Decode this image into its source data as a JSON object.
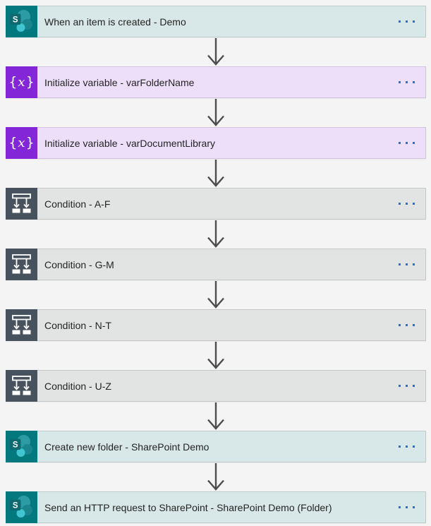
{
  "page": {
    "background": "#f5f4f4"
  },
  "colors": {
    "sharepoint_tile": "#04797d",
    "sharepoint_bar": "#d8e7e8",
    "variable_tile": "#8326d8",
    "variable_bar": "#eddffa",
    "condition_tile": "#48525e",
    "condition_bar": "#e2e4e4",
    "arrow": "#4c4c4c",
    "menu_dots": "#2670d2",
    "label_text": "#242424",
    "icon_glyph": "#ffffff",
    "sharepoint_logo_circle_large": "#2c9ba2",
    "sharepoint_logo_circle_mid": "#1b858d",
    "sharepoint_logo_circle_small": "#40c6d0",
    "sharepoint_logo_square": "#0e6a70"
  },
  "icons": {
    "variable_glyph": "{x}",
    "sharepoint_letter": "S"
  },
  "flow": {
    "steps": [
      {
        "type": "sharepoint",
        "label": "When an item is created - Demo"
      },
      {
        "type": "variable",
        "label": "Initialize variable - varFolderName"
      },
      {
        "type": "variable",
        "label": "Initialize variable - varDocumentLibrary"
      },
      {
        "type": "condition",
        "label": "Condition - A-F"
      },
      {
        "type": "condition",
        "label": "Condition - G-M"
      },
      {
        "type": "condition",
        "label": "Condition - N-T"
      },
      {
        "type": "condition",
        "label": "Condition - U-Z"
      },
      {
        "type": "sharepoint",
        "label": "Create new folder - SharePoint Demo"
      },
      {
        "type": "sharepoint",
        "label": "Send an HTTP request to SharePoint - SharePoint Demo (Folder)"
      }
    ]
  }
}
